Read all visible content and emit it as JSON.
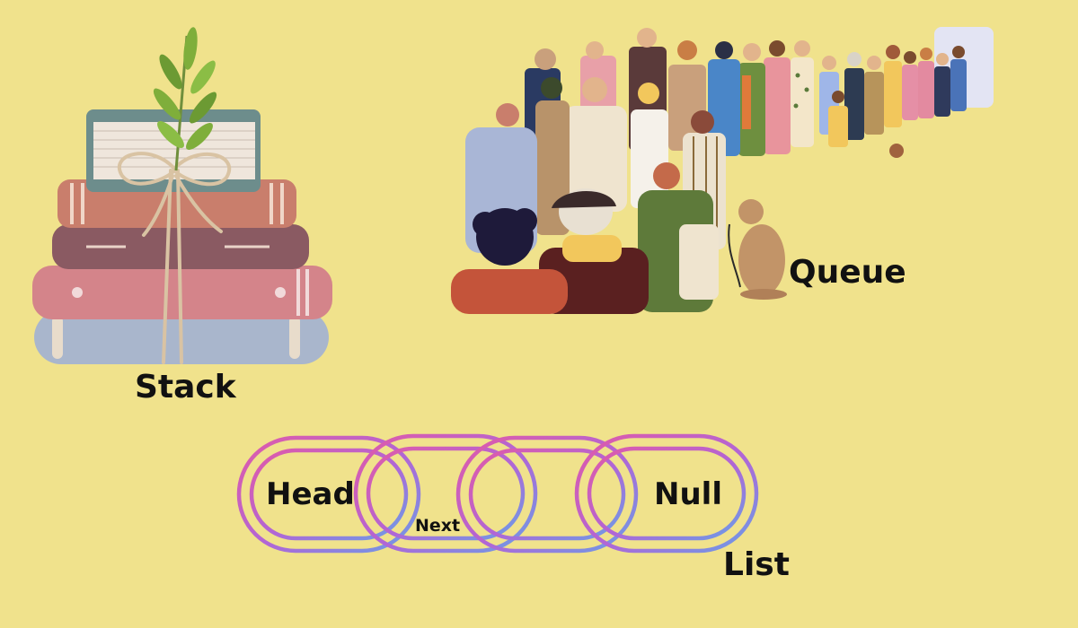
{
  "labels": {
    "stack": "Stack",
    "queue": "Queue",
    "list": "List",
    "head": "Head",
    "next": "Next",
    "null": "Null"
  },
  "illustrations": {
    "stack": "stack-of-books-with-plant",
    "queue": "line-of-people-waiting",
    "list": "chain-links"
  },
  "colors": {
    "background": "#f0e28c",
    "text": "#111111",
    "chain_pink": "#e05aa8",
    "chain_purple": "#b066d6",
    "chain_blue": "#6a9ee6"
  }
}
